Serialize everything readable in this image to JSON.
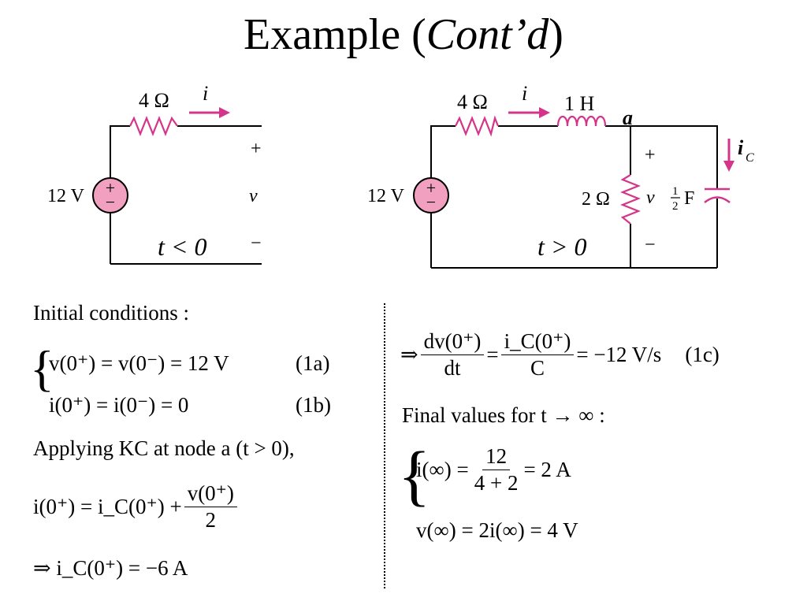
{
  "slide": {
    "title_main": "Example (",
    "title_italic": "Cont’d",
    "title_end": ")"
  },
  "circuit_left": {
    "resistor_label": "4 Ω",
    "current_label": "i",
    "source_label": "12 V",
    "plus": "+",
    "minus": "−",
    "v_label": "v",
    "time_cond": "t < 0",
    "color_component": "#d4358a",
    "color_source_fill": "#f2a0c0"
  },
  "circuit_right": {
    "resistor_label": "4 Ω",
    "current_label": "i",
    "inductor_label": "1 H",
    "node_label": "a",
    "source_label": "12 V",
    "resistor2_label": "2 Ω",
    "v_label": "v",
    "cap_label_num": "1",
    "cap_label_den": "2",
    "cap_label_unit": "F",
    "ic_label": "i",
    "ic_sub": "C",
    "plus": "+",
    "minus": "−",
    "time_cond": "t > 0"
  },
  "left_column": {
    "initial_conditions": "Initial conditions :",
    "eq1a": "v(0⁺) = v(0⁻) = 12 V",
    "tag1a": "(1a)",
    "eq1b": "i(0⁺) = i(0⁻) = 0",
    "tag1b": "(1b)",
    "applying": "Applying KC at node a (t > 0),",
    "kcl_lhs": "i(0⁺) = i_C(0⁺) +",
    "kcl_num": "v(0⁺)",
    "kcl_den": "2",
    "result": "⇒ i_C(0⁺) = −6 A"
  },
  "right_column": {
    "deriv_num": "dv(0⁺)",
    "deriv_den": "dt",
    "ic_num": "i_C(0⁺)",
    "ic_den": "C",
    "deriv_result": "= −12 V/s",
    "tag1c": "(1c)",
    "final_values": "Final values for t → ∞ :",
    "final_i_lhs": "i(∞) =",
    "final_i_num": "12",
    "final_i_den": "4 + 2",
    "final_i_rhs": "= 2 A",
    "final_v": "v(∞) = 2i(∞) = 4 V"
  }
}
